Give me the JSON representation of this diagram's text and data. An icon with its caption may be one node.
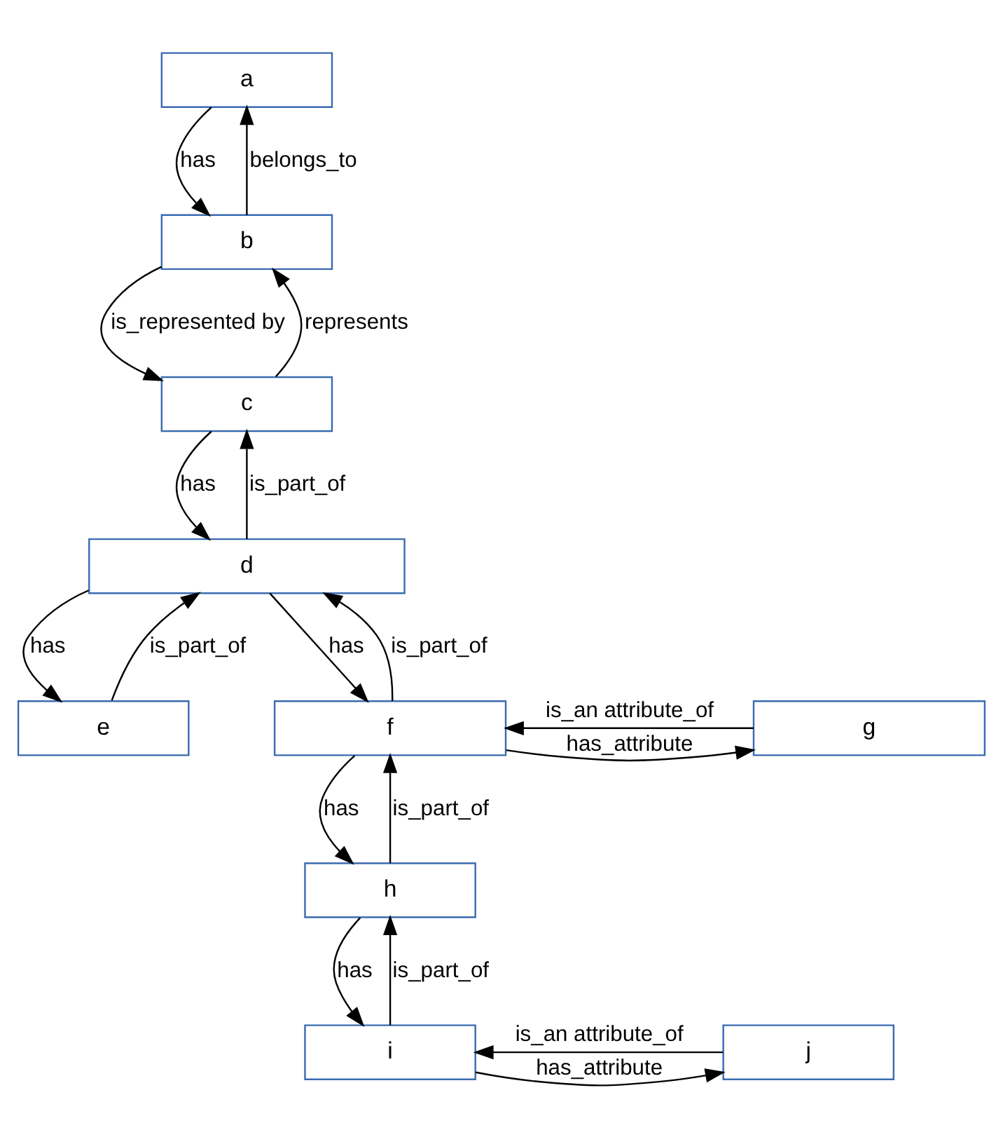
{
  "diagram": {
    "nodes": [
      {
        "text": [
          "a"
        ]
      },
      {
        "text": [
          "b"
        ]
      },
      {
        "text": [
          "c"
        ]
      },
      {
        "text": [
          "d"
        ]
      },
      {
        "text": [
          "e"
        ]
      },
      {
        "text": [
          "f"
        ]
      },
      {
        "text": [
          "g"
        ]
      },
      {
        "text": [
          "h"
        ]
      },
      {
        "text": [
          "i"
        ]
      },
      {
        "text": [
          "j"
        ]
      }
    ],
    "edges": [
      {
        "from": 0,
        "to": 1,
        "arrow": "to",
        "label": "has"
      },
      {
        "from": 1,
        "to": 0,
        "arrow": "to",
        "label": "belongs_to"
      },
      {
        "from": 1,
        "to": 2,
        "arrow": "to",
        "label": "is_represented by"
      },
      {
        "from": 2,
        "to": 1,
        "arrow": "to",
        "label": "represents"
      },
      {
        "from": 2,
        "to": 3,
        "arrow": "to",
        "label": "has"
      },
      {
        "from": 3,
        "to": 2,
        "arrow": "to",
        "label": "is_part_of"
      },
      {
        "from": 3,
        "to": 4,
        "arrow": "to",
        "label": "has"
      },
      {
        "from": 4,
        "to": 3,
        "arrow": "to",
        "label": "is_part_of"
      },
      {
        "from": 3,
        "to": 5,
        "arrow": "to",
        "label": "has"
      },
      {
        "from": 5,
        "to": 3,
        "arrow": "to",
        "label": "is_part_of"
      },
      {
        "from": 6,
        "to": 5,
        "arrow": "to",
        "label": "is_an attribute_of"
      },
      {
        "from": 5,
        "to": 6,
        "arrow": "to",
        "label": "has_attribute"
      },
      {
        "from": 5,
        "to": 7,
        "arrow": "to",
        "label": "has"
      },
      {
        "from": 7,
        "to": 5,
        "arrow": "to",
        "label": "is_part_of"
      },
      {
        "from": 8,
        "to": 7,
        "arrow": "to",
        "label": "is_part_of"
      },
      {
        "from": 7,
        "to": 8,
        "arrow": "to",
        "label": "has"
      },
      {
        "from": 9,
        "to": 8,
        "arrow": "to",
        "label": "is_an attribute_of"
      },
      {
        "from": 8,
        "to": 9,
        "arrow": "to",
        "label": "has_attribute"
      }
    ]
  }
}
